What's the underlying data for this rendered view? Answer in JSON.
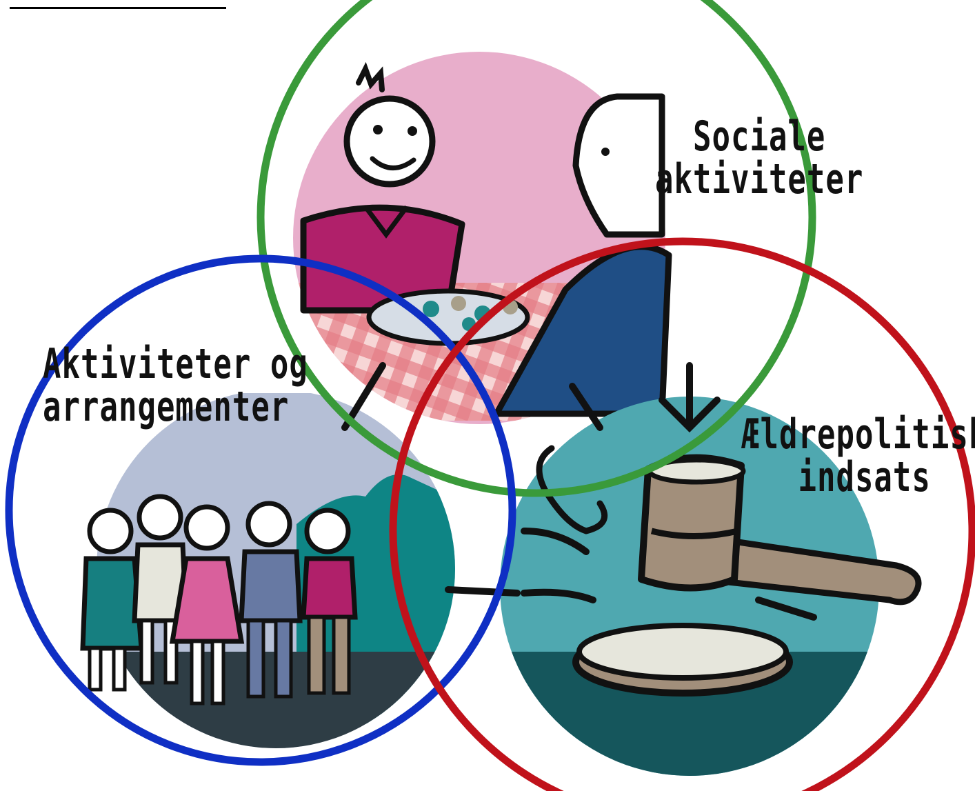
{
  "circles": [
    {
      "id": "social",
      "label_lines": [
        "Sociale",
        "aktiviteter"
      ],
      "ring_color": "#3a9a3a",
      "picture_bg": "#e8aecb",
      "icon": "two-people-sharing-meal-icon"
    },
    {
      "id": "events",
      "label_lines": [
        "Aktiviteter og",
        "arrangementer"
      ],
      "ring_color": "#0f2fc4",
      "picture_bg": "#b5bfd6",
      "icon": "group-of-people-icon"
    },
    {
      "id": "policy",
      "label_lines": [
        "Ældrepolitisk",
        "indsats"
      ],
      "ring_color": "#c0121b",
      "picture_bg": "#4fa8b0",
      "icon": "gavel-icon"
    }
  ]
}
